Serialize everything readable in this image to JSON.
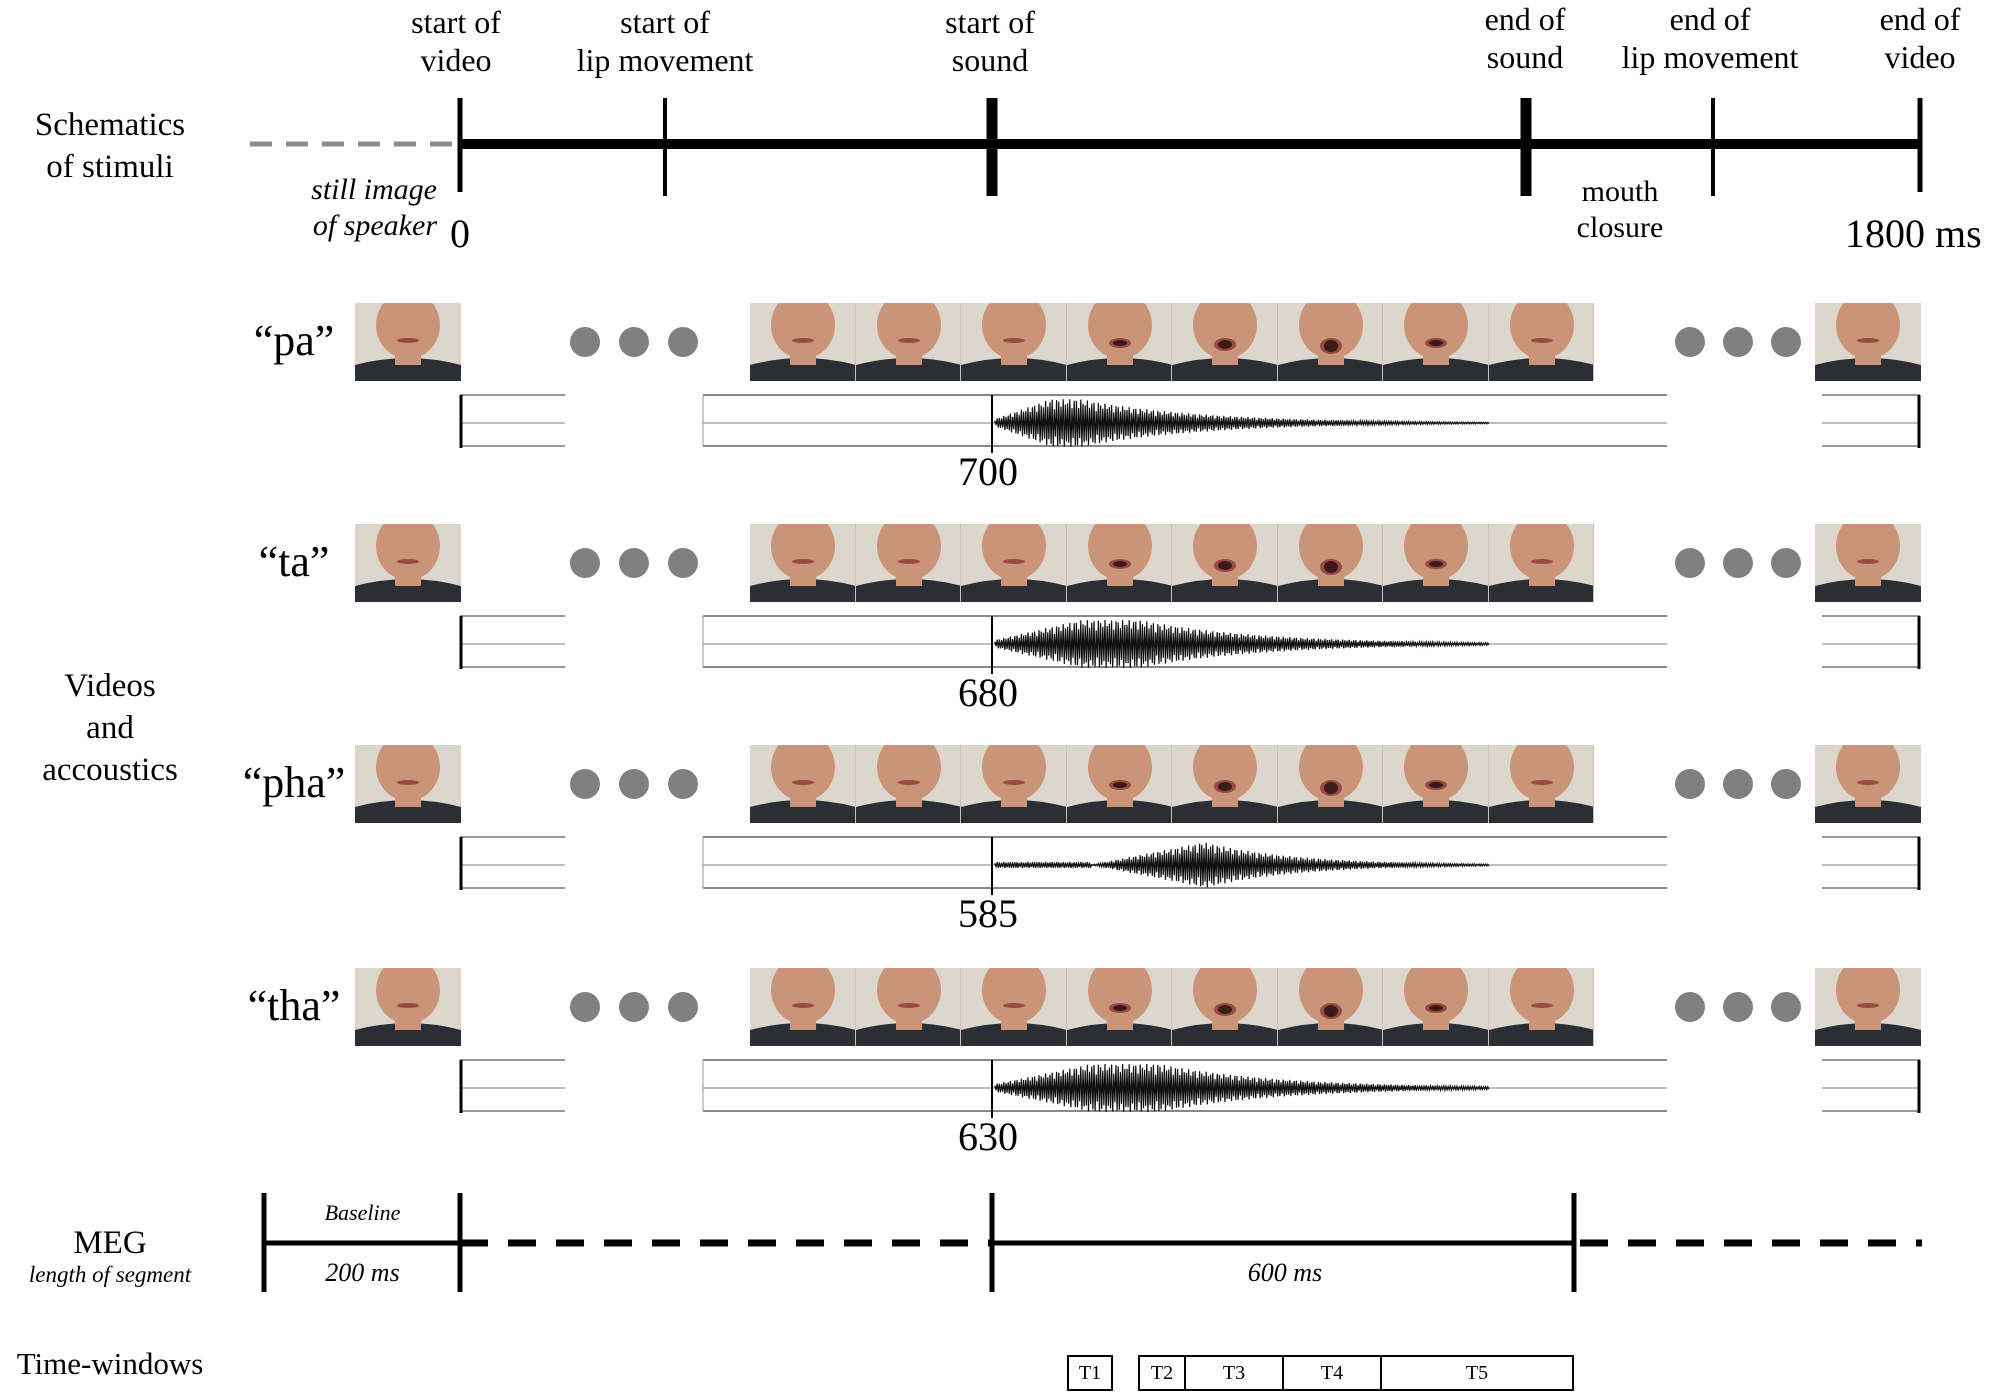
{
  "events": [
    {
      "label": "start of\nvideo"
    },
    {
      "label": "start of\nlip movement"
    },
    {
      "label": "start of\nsound"
    },
    {
      "label": "end of\nsound"
    },
    {
      "label": "end of\nlip movement"
    },
    {
      "label": "end of\nvideo"
    }
  ],
  "row_labels": {
    "schematics": "Schematics\nof stimuli",
    "videos": "Videos\nand\naccoustics",
    "meg_title": "MEG",
    "meg_sub": "length of segment",
    "time_windows": "Time-windows"
  },
  "annotations": {
    "still_image": "still image\nof speaker",
    "start_value": "0",
    "end_value": "1800 ms",
    "mouth_closure": "mouth\nclosure"
  },
  "stimuli": [
    {
      "syllable": "“pa”",
      "value": "700"
    },
    {
      "syllable": "“ta”",
      "value": "680"
    },
    {
      "syllable": "“pha”",
      "value": "585"
    },
    {
      "syllable": "“tha”",
      "value": "630"
    }
  ],
  "meg": {
    "baseline_label": "Baseline",
    "baseline_duration": "200 ms",
    "segment_duration": "600 ms"
  },
  "time_windows": [
    "T1",
    "T2",
    "T3",
    "T4",
    "T5"
  ],
  "colors": {
    "line": "#000000",
    "dashed_gray": "#8c8c8c",
    "dots": "#808080",
    "skin": "#c99478",
    "background_wall": "#ddd6cc",
    "shirt": "#2b2e35"
  }
}
